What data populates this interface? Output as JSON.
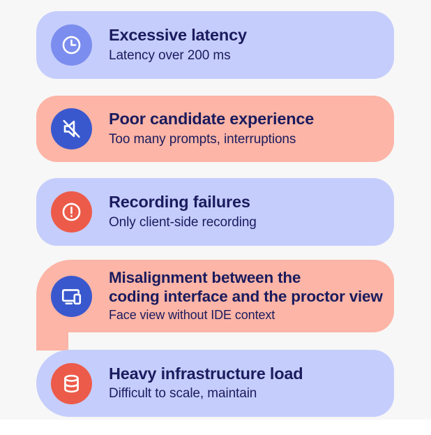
{
  "page": {
    "background_color": "#f7f7f7",
    "outer_background_color": "#ffffff",
    "text_color": "#1b1b5e"
  },
  "cards": [
    {
      "title": "Excessive latency",
      "subtitle": "Latency over 200 ms",
      "icon": "clock-icon",
      "card_color": "#c5cdfc",
      "badge_color": "#7b8dee",
      "icon_color": "#ffffff"
    },
    {
      "title": "Poor candidate experience",
      "subtitle": "Too many prompts, interruptions",
      "icon": "volume-mute-icon",
      "card_color": "#fcb5a6",
      "badge_color": "#3a58ce",
      "icon_color": "#ffffff"
    },
    {
      "title": "Recording failures",
      "subtitle": "Only client-side recording",
      "icon": "alert-circle-icon",
      "card_color": "#c5cdfc",
      "badge_color": "#ec5b49",
      "icon_color": "#ffffff"
    },
    {
      "title": "Misalignment between the\ncoding interface and the proctor view",
      "subtitle": "Face view without IDE context",
      "icon": "devices-icon",
      "card_color": "#fcb5a6",
      "badge_color": "#3a58ce",
      "icon_color": "#ffffff"
    },
    {
      "title": "Heavy infrastructure load",
      "subtitle": "Difficult to scale, maintain",
      "icon": "database-icon",
      "card_color": "#c5cdfc",
      "badge_color": "#ec5b49",
      "icon_color": "#ffffff"
    }
  ]
}
